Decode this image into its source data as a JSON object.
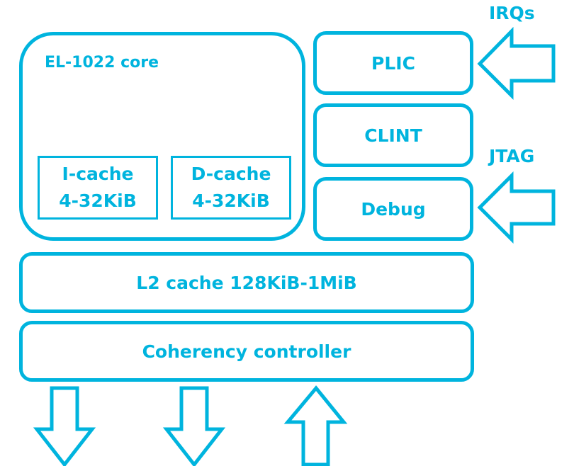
{
  "diagram": {
    "accent_color": "#00b4de",
    "core": {
      "title": "EL-1022 core",
      "icache": {
        "line1": "I-cache",
        "line2": "4-32KiB"
      },
      "dcache": {
        "line1": "D-cache",
        "line2": "4-32KiB"
      }
    },
    "peripherals": {
      "plic": "PLIC",
      "clint": "CLINT",
      "debug": "Debug"
    },
    "inputs": {
      "irqs": "IRQs",
      "jtag": "JTAG"
    },
    "l2": "L2 cache 128KiB-1MiB",
    "coherency": "Coherency controller",
    "bottom_arrows": [
      "down",
      "down",
      "up"
    ]
  }
}
